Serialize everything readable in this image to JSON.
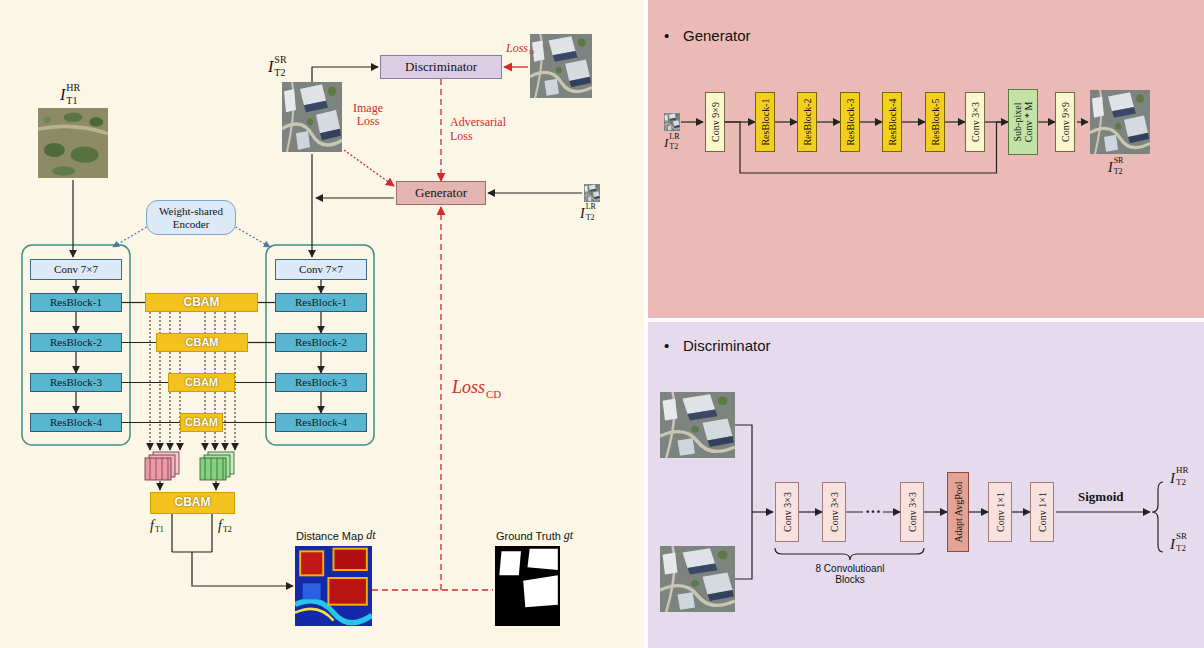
{
  "diagram": {
    "nodes": [
      {
        "text": [
          "Discriminator"
        ]
      },
      {
        "text": [
          "Generator"
        ]
      },
      {
        "text": [
          "Weight-shared Encoder"
        ]
      },
      {
        "text": [
          "Conv 7×7"
        ]
      },
      {
        "text": [
          "ResBlock-1"
        ]
      },
      {
        "text": [
          "ResBlock-2"
        ]
      },
      {
        "text": [
          "ResBlock-3"
        ]
      },
      {
        "text": [
          "ResBlock-4"
        ]
      },
      {
        "text": [
          "CBAM"
        ]
      },
      {
        "text": [
          "CBAM"
        ]
      },
      {
        "text": [
          "CBAM"
        ]
      },
      {
        "text": [
          "CBAM"
        ]
      },
      {
        "text": [
          "Conv 7×7"
        ]
      },
      {
        "text": [
          "ResBlock-1"
        ]
      },
      {
        "text": [
          "ResBlock-2"
        ]
      },
      {
        "text": [
          "ResBlock-3"
        ]
      },
      {
        "text": [
          "ResBlock-4"
        ]
      },
      {
        "text": [
          "CBAM"
        ]
      },
      {
        "text": [
          "Conv 9×9"
        ]
      },
      {
        "text": [
          "ResBlock-1"
        ]
      },
      {
        "text": [
          "ResBlock-2"
        ]
      },
      {
        "text": [
          "ResBlock-3"
        ]
      },
      {
        "text": [
          "ResBlock-4"
        ]
      },
      {
        "text": [
          "ResBlock-5"
        ]
      },
      {
        "text": [
          "Conv 3×3"
        ]
      },
      {
        "text": [
          "Sub-pixel Conv * M"
        ]
      },
      {
        "text": [
          "Conv 9×9"
        ]
      },
      {
        "text": [
          "Conv 3×3"
        ]
      },
      {
        "text": [
          "Conv 3×3"
        ]
      },
      {
        "text": [
          "Conv 3×3"
        ]
      },
      {
        "text": [
          "Adapt AvgPool"
        ]
      },
      {
        "text": [
          "Conv 1×1"
        ]
      },
      {
        "text": [
          "Conv 1×1"
        ]
      }
    ],
    "edges": [
      {
        "from": 0,
        "to": 1,
        "arrow": "to",
        "label": "Adversarial Loss"
      },
      {
        "from": 3,
        "to": 4,
        "arrow": "to"
      },
      {
        "from": 4,
        "to": 5,
        "arrow": "to"
      },
      {
        "from": 5,
        "to": 6,
        "arrow": "to"
      },
      {
        "from": 6,
        "to": 7,
        "arrow": "to"
      },
      {
        "from": 12,
        "to": 13,
        "arrow": "to"
      },
      {
        "from": 13,
        "to": 14,
        "arrow": "to"
      },
      {
        "from": 14,
        "to": 15,
        "arrow": "to"
      },
      {
        "from": 15,
        "to": 16,
        "arrow": "to"
      },
      {
        "from": 4,
        "to": 8,
        "arrow": "none"
      },
      {
        "from": 8,
        "to": 13,
        "arrow": "none"
      },
      {
        "from": 5,
        "to": 9,
        "arrow": "none"
      },
      {
        "from": 9,
        "to": 14,
        "arrow": "none"
      },
      {
        "from": 6,
        "to": 10,
        "arrow": "none"
      },
      {
        "from": 10,
        "to": 15,
        "arrow": "none"
      },
      {
        "from": 7,
        "to": 11,
        "arrow": "none"
      },
      {
        "from": 11,
        "to": 16,
        "arrow": "none"
      },
      {
        "from": 18,
        "to": 19,
        "arrow": "to"
      },
      {
        "from": 19,
        "to": 20,
        "arrow": "to"
      },
      {
        "from": 20,
        "to": 21,
        "arrow": "to"
      },
      {
        "from": 21,
        "to": 22,
        "arrow": "to"
      },
      {
        "from": 22,
        "to": 23,
        "arrow": "to"
      },
      {
        "from": 23,
        "to": 24,
        "arrow": "to"
      },
      {
        "from": 24,
        "to": 25,
        "arrow": "to"
      },
      {
        "from": 18,
        "to": 25,
        "arrow": "none"
      },
      {
        "from": 25,
        "to": 26,
        "arrow": "to"
      },
      {
        "from": 27,
        "to": 28,
        "arrow": "to"
      },
      {
        "from": 28,
        "to": 29,
        "arrow": "to",
        "label": "···"
      },
      {
        "from": 29,
        "to": 30,
        "arrow": "to"
      },
      {
        "from": 30,
        "to": 31,
        "arrow": "to"
      },
      {
        "from": 31,
        "to": 32,
        "arrow": "to"
      }
    ],
    "labels": [
      "I",
      "T1",
      "HR",
      "I",
      "T2",
      "SR",
      "Loss",
      "D",
      "Image Loss",
      "I",
      "T2",
      "LR",
      "Loss",
      "CD",
      "f",
      "T1",
      "f",
      "T2",
      "Distance Map",
      "dt",
      "Ground Truth",
      "gt",
      "•",
      "Generator",
      "I",
      "T2",
      "LR",
      "I",
      "T2",
      "SR",
      "•",
      "Discriminator",
      "8 Convolutioanl Blocks",
      "Sigmoid",
      "I",
      "T2",
      "HR",
      "I",
      "T2",
      "SR"
    ]
  }
}
